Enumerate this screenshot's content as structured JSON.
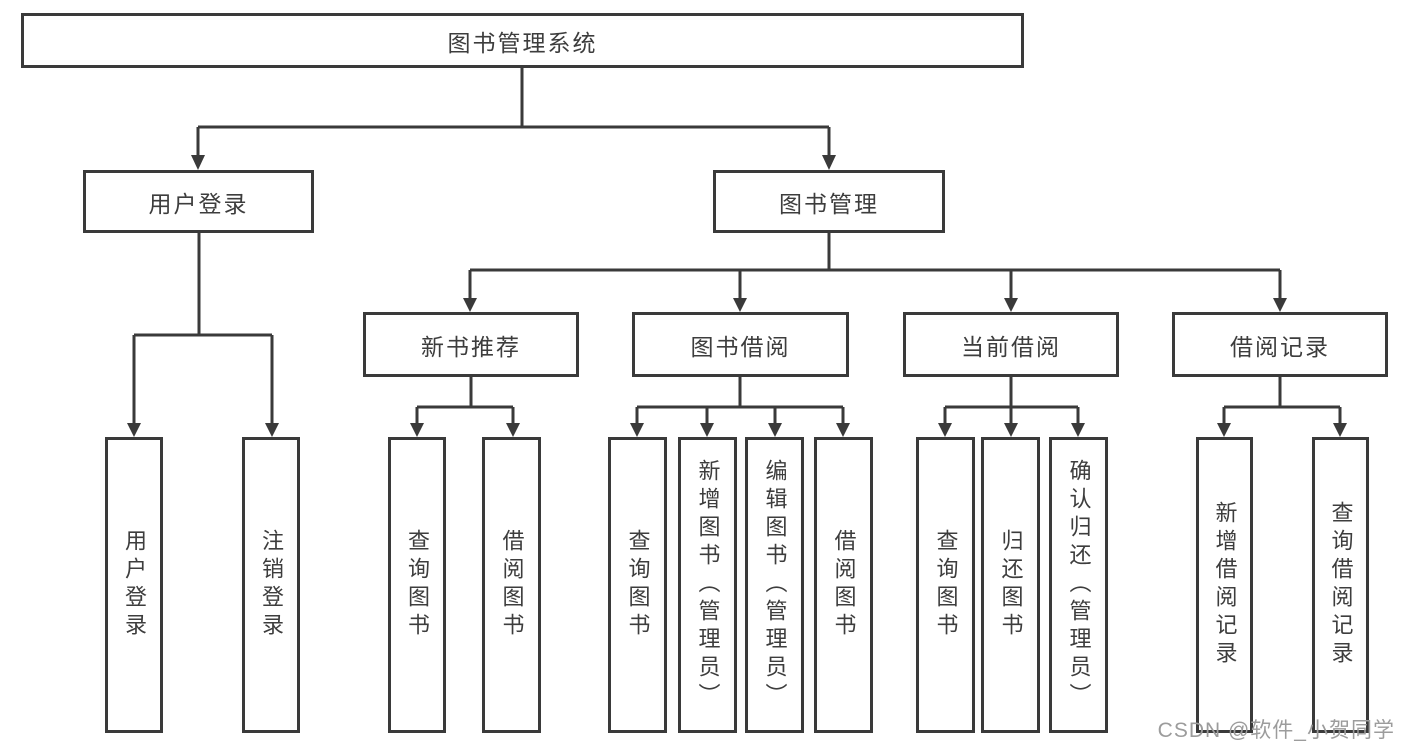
{
  "diagram": {
    "title": "图书管理系统",
    "level2": {
      "user_login": "用户登录",
      "book_management": "图书管理"
    },
    "level3": {
      "new_book_recommendation": "新书推荐",
      "book_borrowing": "图书借阅",
      "current_borrowing": "当前借阅",
      "borrowing_records": "借阅记录"
    },
    "leaves": {
      "user_login": "用户登录",
      "logout": "注销登录",
      "query_books_newrec": "查询图书",
      "borrow_books_newrec": "借阅图书",
      "query_books_borrow": "查询图书",
      "add_book_admin": "新增图书（管理员）",
      "edit_book_admin": "编辑图书（管理员）",
      "borrow_books_borrow": "借阅图书",
      "query_books_current": "查询图书",
      "return_book": "归还图书",
      "confirm_return_admin": "确认归还（管理员）",
      "add_borrow_record": "新增借阅记录",
      "query_borrow_record": "查询借阅记录"
    },
    "watermark": "CSDN @软件_小贺同学",
    "colors": {
      "line": "#3a3a3a",
      "text": "#3d3d3d",
      "watermark": "#9c9c9c",
      "background": "#ffffff"
    }
  }
}
